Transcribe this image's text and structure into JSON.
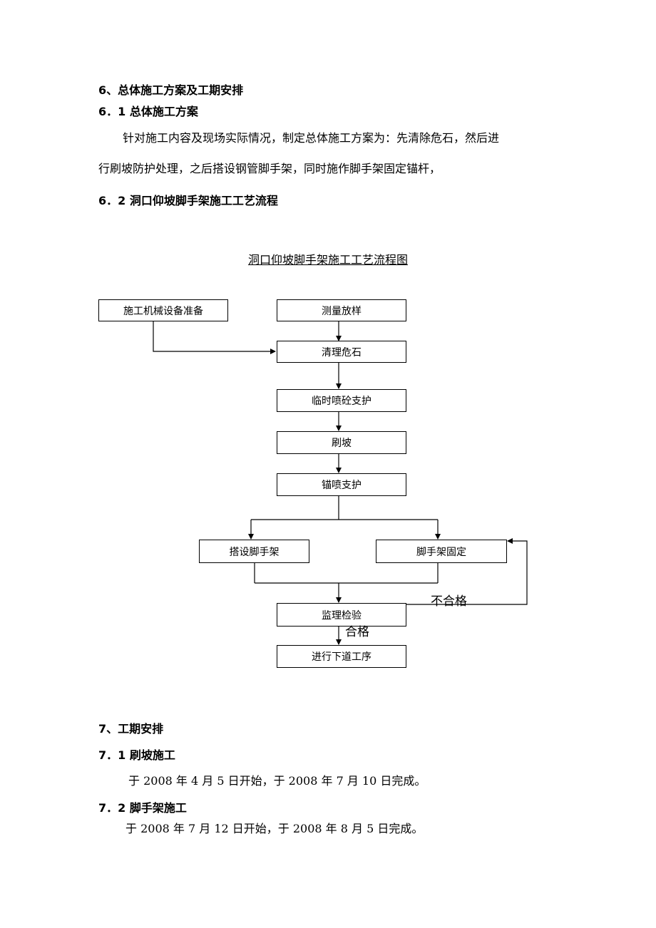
{
  "section6": {
    "heading": "6、总体施工方案及工期安排",
    "sub1_heading": "6．1 总体施工方案",
    "sub1_para_line1": "针对施工内容及现场实际情况，制定总体施工方案为：先清除危石，然后进",
    "sub1_para_line2": "行刷坡防护处理，之后搭设钢管脚手架，同时施作脚手架固定锚杆，",
    "sub2_heading": "6．2 洞口仰坡脚手架施工工艺流程"
  },
  "flowchart": {
    "title": "洞口仰坡脚手架施工工艺流程图",
    "boxes": {
      "equipment_prep": "施工机械设备准备",
      "survey": "测量放样",
      "clear_rocks": "清理危石",
      "temp_shotcrete": "临时喷砼支护",
      "slope_trim": "刷坡",
      "anchor_shotcrete": "锚喷支护",
      "erect_scaffold": "搭设脚手架",
      "fix_scaffold": "脚手架固定",
      "inspection": "监理检验",
      "next_process": "进行下道工序"
    },
    "labels": {
      "fail": "不合格",
      "pass": "合格"
    }
  },
  "section7": {
    "heading": "7、工期安排",
    "sub1_heading": "7．1 刷坡施工",
    "sub1_text": "于 2008 年 4 月 5 日开始，于 2008 年 7 月 10 日完成。",
    "sub2_heading": "7．2 脚手架施工",
    "sub2_text": "于 2008 年 7 月 12 日开始，于 2008 年 8 月 5 日完成。"
  }
}
